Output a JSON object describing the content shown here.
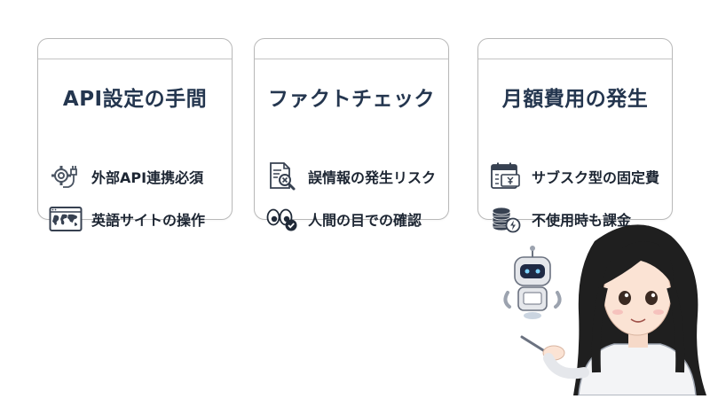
{
  "cards": [
    {
      "title": "API設定の手間",
      "items": [
        {
          "icon": "gear-plug-icon",
          "label": "外部API連携必須"
        },
        {
          "icon": "world-map-window-icon",
          "label": "英語サイトの操作"
        }
      ]
    },
    {
      "title": "ファクトチェック",
      "items": [
        {
          "icon": "document-magnifier-icon",
          "label": "誤情報の発生リスク"
        },
        {
          "icon": "eyes-check-icon",
          "label": "人間の目での確認"
        }
      ]
    },
    {
      "title": "月額費用の発生",
      "items": [
        {
          "icon": "calendar-yen-icon",
          "label": "サブスク型の固定費"
        },
        {
          "icon": "coins-lightning-icon",
          "label": "不使用時も課金"
        }
      ]
    }
  ],
  "colors": {
    "title": "#24364f",
    "border": "#b9b9b9",
    "icon": "#4b5563"
  },
  "illustration": {
    "icon": "woman-with-robot-illustration"
  }
}
